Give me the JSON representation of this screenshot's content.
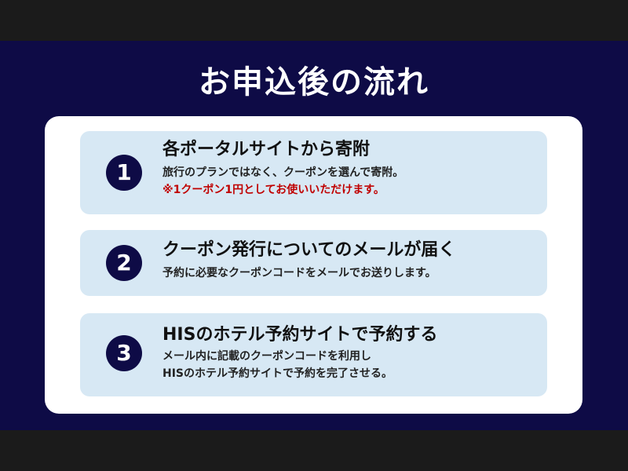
{
  "title": "お申込後の流れ",
  "steps": [
    {
      "number": "1",
      "heading": "各ポータルサイトから寄附",
      "lines": [
        "旅行のプランではなく、クーポンを選んで寄附。"
      ],
      "note": "※1クーポン1円としてお使いいただけます。"
    },
    {
      "number": "2",
      "heading": "クーポン発行についてのメールが届く",
      "lines": [
        "予約に必要なクーポンコードをメールでお送りします。"
      ]
    },
    {
      "number": "3",
      "heading": "HISのホテル予約サイトで予約する",
      "lines": [
        "メール内に記載のクーポンコードを利用し",
        "HISのホテル予約サイトで予約を完了させる。"
      ]
    }
  ],
  "colors": {
    "navy": "#0e0b46",
    "step_bg": "#d7e8f4",
    "note_red": "#c00000"
  }
}
